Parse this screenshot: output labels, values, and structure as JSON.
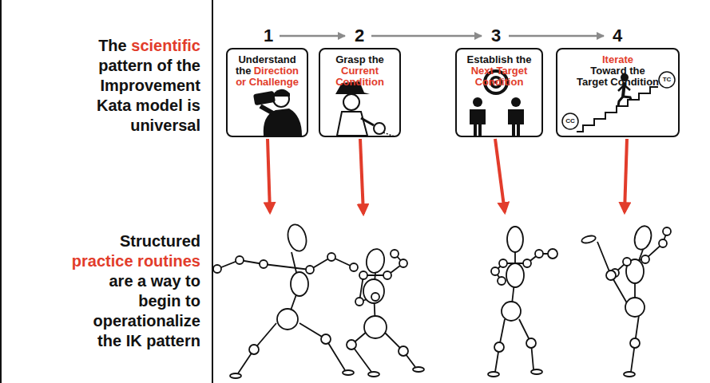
{
  "diagram": {
    "nodes": [
      {
        "text": [
          "Understand the",
          "Direction or Challenge"
        ]
      },
      {
        "text": [
          "Grasp the",
          "Current Condition"
        ]
      },
      {
        "text": [
          "Establish the",
          "Next Target Condition"
        ]
      },
      {
        "text": [
          "Iterate",
          "Toward the Target Condition"
        ]
      }
    ],
    "labels": [
      "The",
      "scientific",
      "pattern of the Improvement Kata model is universal",
      "1",
      "2",
      "3",
      "4",
      "CC",
      "TC",
      "Structured",
      "practice routines",
      "are a way to begin to operationalize the IK pattern"
    ]
  }
}
